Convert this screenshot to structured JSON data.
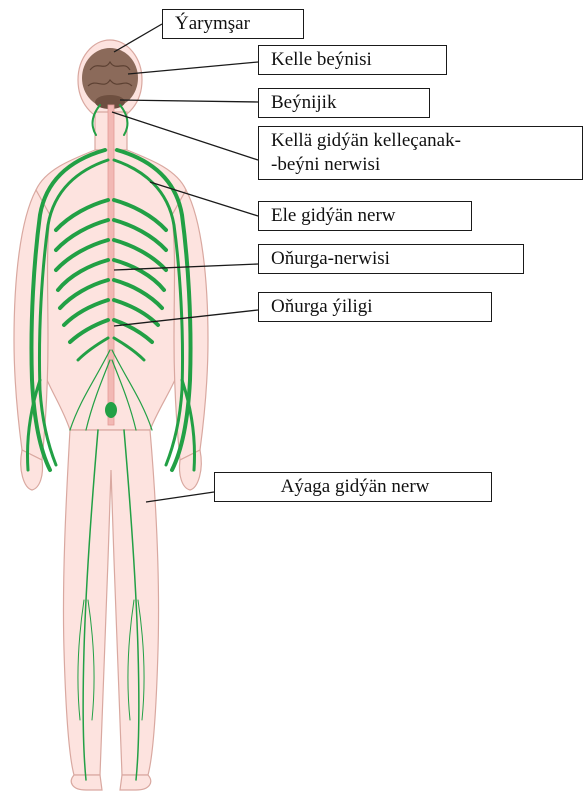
{
  "labels": {
    "hemisphere": "Ýarymşar",
    "cerebrum": "Kelle beýnisi",
    "cerebellum": "Beýnijik",
    "cranial_nerve_line1": "Kellä gidýän kelleçanak-",
    "cranial_nerve_line2": "-beýni nerwisi",
    "arm_nerve": "Ele gidýän nerw",
    "spinal_nerve": "Oňurga-nerwisi",
    "spinal_cord": "Oňurga ýiligi",
    "leg_nerve": "Aýaga gidýän nerw"
  },
  "colors": {
    "skin": "#fde3df",
    "skin_outline": "#d9a8a0",
    "brain": "#8b6a5a",
    "nerve": "#22a045",
    "spine": "#f2b8b4"
  }
}
